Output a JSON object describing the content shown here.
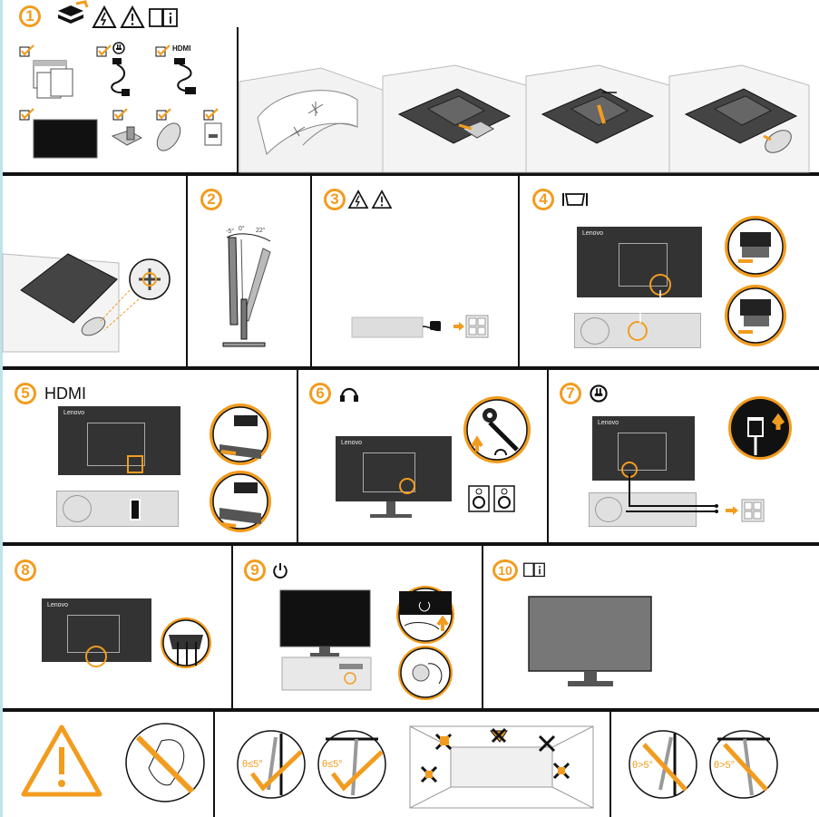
{
  "steps": {
    "s1": "1",
    "s2": "2",
    "s3": "3",
    "s4": "4",
    "s5": "5",
    "s6": "6",
    "s7": "7",
    "s8": "8",
    "s9": "9",
    "s10": "10"
  },
  "labels": {
    "hdmi_cable": "HDMI",
    "step5_title": "HDMI",
    "brand": "Lenovo",
    "tilt_minus": "-5°",
    "tilt_zero": "0°",
    "tilt_plus": "22°",
    "angle_le_1": "θ≤5°",
    "angle_le_2": "θ≤5°",
    "angle_gt_1": "θ>5°",
    "angle_gt_2": "θ>5°"
  },
  "colors": {
    "accent": "#f29c1f",
    "monitor": "#333333",
    "line": "#111111",
    "pc": "#d6d6d6"
  },
  "icons": [
    "box-open-icon",
    "warning-shock-icon",
    "warning-icon",
    "manual-icon",
    "vga-icon",
    "headphone-icon",
    "power-plug-icon",
    "power-icon"
  ]
}
